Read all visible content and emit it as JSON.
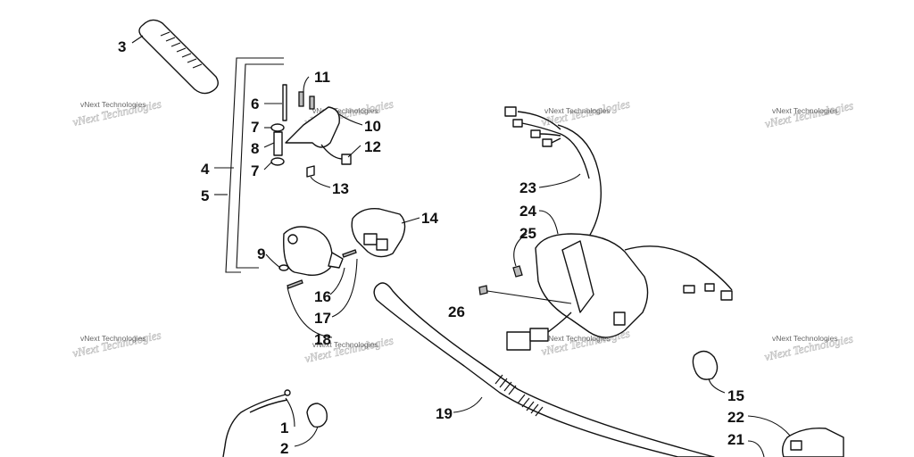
{
  "callouts": {
    "c1": "1",
    "c2": "2",
    "c3": "3",
    "c4": "4",
    "c5": "5",
    "c6": "6",
    "c7a": "7",
    "c7b": "7",
    "c8": "8",
    "c9": "9",
    "c10": "10",
    "c11": "11",
    "c12": "12",
    "c13": "13",
    "c14": "14",
    "c15": "15",
    "c16": "16",
    "c17": "17",
    "c18": "18",
    "c19": "19",
    "c21": "21",
    "c22": "22",
    "c23": "23",
    "c24": "24",
    "c25": "25",
    "c26": "26"
  },
  "watermark": {
    "text": "vNext Technologies"
  }
}
